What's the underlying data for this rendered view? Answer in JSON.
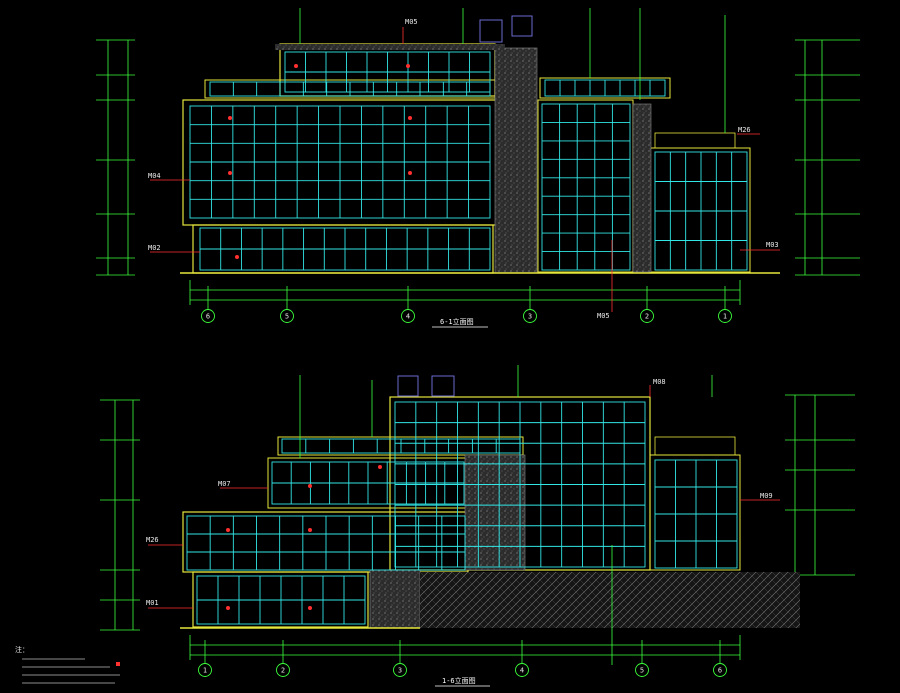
{
  "colors": {
    "background": "#000000",
    "curtain_wall": "#32e6e6",
    "outline": "#e6e63c",
    "dimension": "#3cff3c",
    "callout": "#ff3030",
    "concrete": "#3a3a3a",
    "text": "#e8e8e8"
  },
  "elevation_top": {
    "title": "6-1立面图",
    "axis_labels": [
      "6",
      "5",
      "4",
      "3",
      "2",
      "1"
    ],
    "tags": {
      "m05_top": "M05",
      "m05_bottom": "M05",
      "m04": "M04",
      "m02": "M02",
      "m26": "M26",
      "m03": "M03"
    }
  },
  "elevation_bottom": {
    "title": "1-6立面图",
    "axis_labels": [
      "1",
      "2",
      "3",
      "4",
      "5",
      "6"
    ],
    "tags": {
      "m08": "M08",
      "m07": "M07",
      "m09": "M09",
      "m26": "M26",
      "m01": "M01"
    }
  },
  "notes_header": "注："
}
